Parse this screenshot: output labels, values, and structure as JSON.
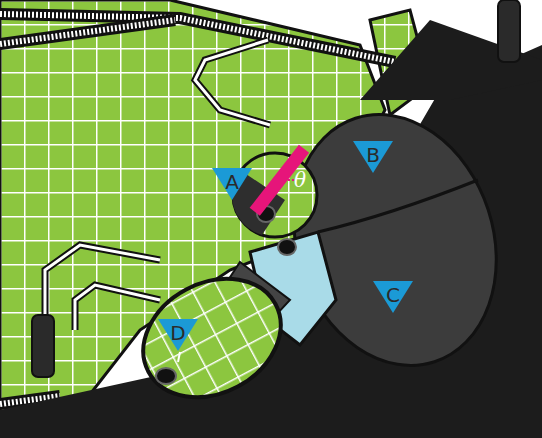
{
  "diagram": {
    "labels": [
      "A",
      "θ",
      "B",
      "C",
      "D"
    ]
  }
}
